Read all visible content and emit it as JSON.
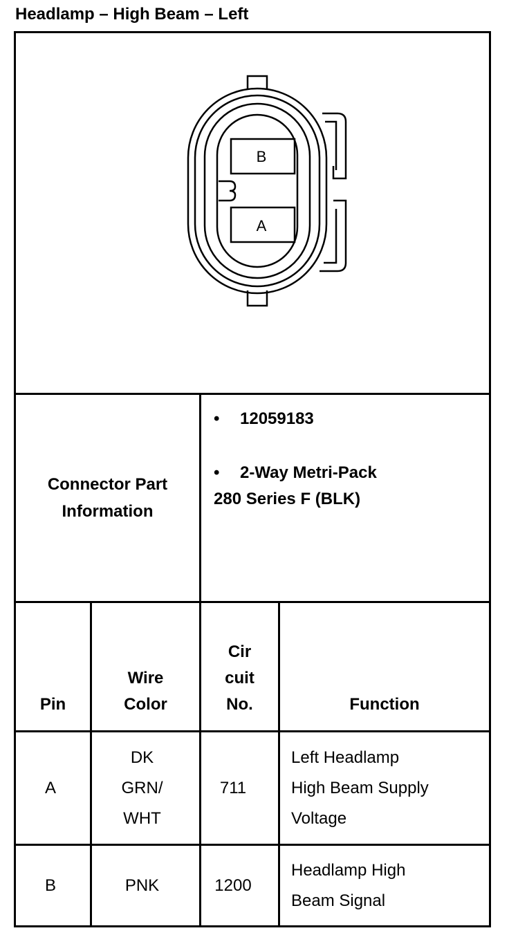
{
  "title": "Headlamp – High Beam – Left",
  "connector": {
    "cavity_labels": [
      "B",
      "A"
    ]
  },
  "part_info": {
    "label": "Connector Part Information",
    "bullets": [
      {
        "text": "12059183",
        "continuation": ""
      },
      {
        "text": "2-Way Metri-Pack",
        "continuation": "280 Series F (BLK)"
      }
    ]
  },
  "table": {
    "headers": {
      "pin": "Pin",
      "wire_color": [
        "Wire",
        "Color"
      ],
      "circuit": [
        "Cir",
        "cuit",
        "No."
      ],
      "function": "Function"
    },
    "rows": [
      {
        "pin": "A",
        "wire_color": [
          "DK",
          "GRN/",
          "WHT"
        ],
        "circuit": "711",
        "function": [
          "Left Headlamp",
          "High Beam Supply",
          "Voltage"
        ]
      },
      {
        "pin": "B",
        "wire_color": [
          "PNK"
        ],
        "circuit": "1200",
        "function": [
          "Headlamp High",
          "Beam Signal"
        ]
      }
    ]
  }
}
